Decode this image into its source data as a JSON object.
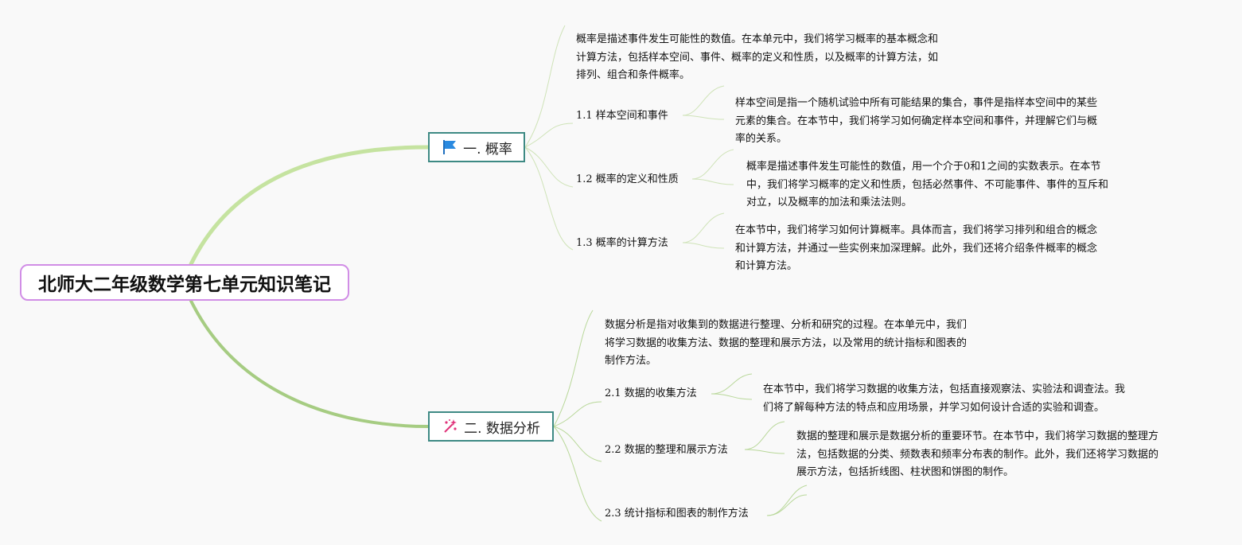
{
  "root": {
    "title": "北师大二年级数学第七单元知识笔记"
  },
  "branches": [
    {
      "label": "一. 概率",
      "icon": "flag-icon",
      "intro": "概率是描述事件发生可能性的数值。在本单元中，我们将学习概率的基本概念和\n计算方法，包括样本空间、事件、概率的定义和性质，以及概率的计算方法，如\n排列、组合和条件概率。",
      "subs": [
        {
          "label": "1.1 样本空间和事件",
          "detail": "样本空间是指一个随机试验中所有可能结果的集合，事件是指样本空间中的某些\n元素的集合。在本节中，我们将学习如何确定样本空间和事件，并理解它们与概\n率的关系。"
        },
        {
          "label": "1.2 概率的定义和性质",
          "detail": "概率是描述事件发生可能性的数值，用一个介于0和1之间的实数表示。在本节\n中，我们将学习概率的定义和性质，包括必然事件、不可能事件、事件的互斥和\n对立，以及概率的加法和乘法法则。"
        },
        {
          "label": "1.3 概率的计算方法",
          "detail": "在本节中，我们将学习如何计算概率。具体而言，我们将学习排列和组合的概念\n和计算方法，并通过一些实例来加深理解。此外，我们还将介绍条件概率的概念\n和计算方法。"
        }
      ]
    },
    {
      "label": "二. 数据分析",
      "icon": "sparkle-wand-icon",
      "intro": "数据分析是指对收集到的数据进行整理、分析和研究的过程。在本单元中，我们\n将学习数据的收集方法、数据的整理和展示方法，以及常用的统计指标和图表的\n制作方法。",
      "subs": [
        {
          "label": "2.1 数据的收集方法",
          "detail": "在本节中，我们将学习数据的收集方法，包括直接观察法、实验法和调查法。我\n们将了解每种方法的特点和应用场景，并学习如何设计合适的实验和调查。"
        },
        {
          "label": "2.2 数据的整理和展示方法",
          "detail": "数据的整理和展示是数据分析的重要环节。在本节中，我们将学习数据的整理方\n法，包括数据的分类、频数表和频率分布表的制作。此外，我们还将学习数据的\n展示方法，包括折线图、柱状图和饼图的制作。"
        },
        {
          "label": "2.3 统计指标和图表的制作方法",
          "detail": ""
        }
      ]
    }
  ]
}
